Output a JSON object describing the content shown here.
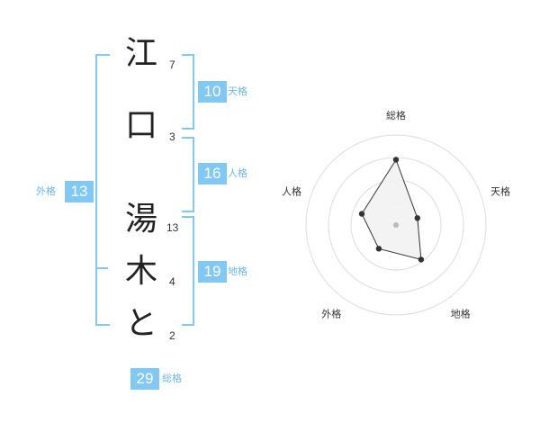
{
  "characters": [
    {
      "char": "江",
      "strokes": "7"
    },
    {
      "char": "口",
      "strokes": "3"
    },
    {
      "char": "湯",
      "strokes": "13"
    },
    {
      "char": "木",
      "strokes": "4"
    },
    {
      "char": "と",
      "strokes": "2"
    }
  ],
  "fortunes": {
    "tenkaku": {
      "value": "10",
      "label": "天格"
    },
    "jinkaku": {
      "value": "16",
      "label": "人格"
    },
    "chikaku": {
      "value": "19",
      "label": "地格"
    },
    "gaikaku": {
      "value": "13",
      "label": "外格"
    },
    "soukaku": {
      "value": "29",
      "label": "総格"
    }
  },
  "chart_data": {
    "type": "radar",
    "axes": [
      "総格",
      "天格",
      "地格",
      "外格",
      "人格"
    ],
    "values": [
      29,
      10,
      19,
      13,
      16
    ],
    "range": [
      0,
      40
    ],
    "rings": 4,
    "colors": {
      "fill": "#f2f2f2",
      "stroke": "#333333",
      "grid": "#dddddd",
      "center": "#bbbbbb"
    }
  }
}
